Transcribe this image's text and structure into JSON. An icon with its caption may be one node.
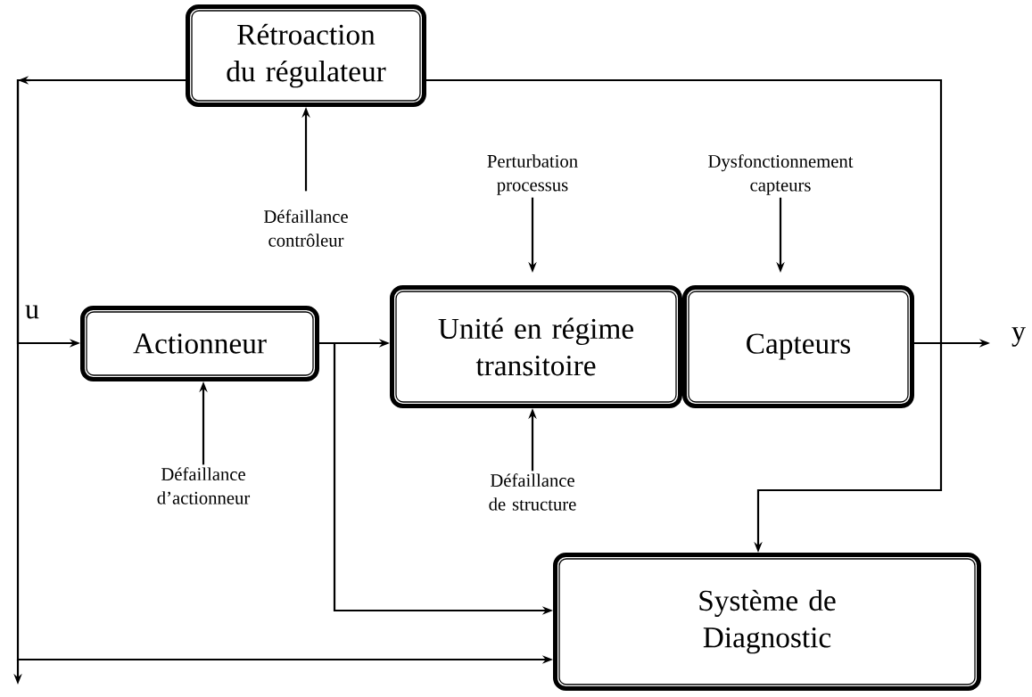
{
  "diagram": {
    "nodes": [
      {
        "text": [
          "Rétroaction du régulateur"
        ]
      },
      {
        "text": [
          "Actionneur"
        ]
      },
      {
        "text": [
          "Unité en régime transitoire"
        ]
      },
      {
        "text": [
          "Capteurs"
        ]
      },
      {
        "text": [
          "Système de Diagnostic"
        ]
      },
      {
        "text": [
          "Défaillance contrôleur"
        ]
      },
      {
        "text": [
          "Perturbation processus"
        ]
      },
      {
        "text": [
          "Dysfonctionnement capteurs"
        ]
      },
      {
        "text": [
          "Défaillance d’actionneur"
        ]
      },
      {
        "text": [
          "Défaillance de structure"
        ]
      }
    ],
    "edges": [
      {
        "from": 0,
        "to": 1,
        "arrow": "to",
        "label": "u"
      },
      {
        "from": 0,
        "to": 4,
        "arrow": "to"
      },
      {
        "from": 1,
        "to": 2,
        "arrow": "to"
      },
      {
        "from": 1,
        "to": 4,
        "arrow": "to"
      },
      {
        "from": 3,
        "to": null,
        "arrow": "to",
        "label": "y"
      },
      {
        "from": 3,
        "to": 0,
        "arrow": "none"
      },
      {
        "from": 3,
        "to": 4,
        "arrow": "to"
      },
      {
        "from": 5,
        "to": 0,
        "arrow": "to"
      },
      {
        "from": 6,
        "to": 2,
        "arrow": "to"
      },
      {
        "from": 7,
        "to": 3,
        "arrow": "to"
      },
      {
        "from": 8,
        "to": 1,
        "arrow": "to"
      },
      {
        "from": 9,
        "to": 2,
        "arrow": "to"
      }
    ]
  }
}
